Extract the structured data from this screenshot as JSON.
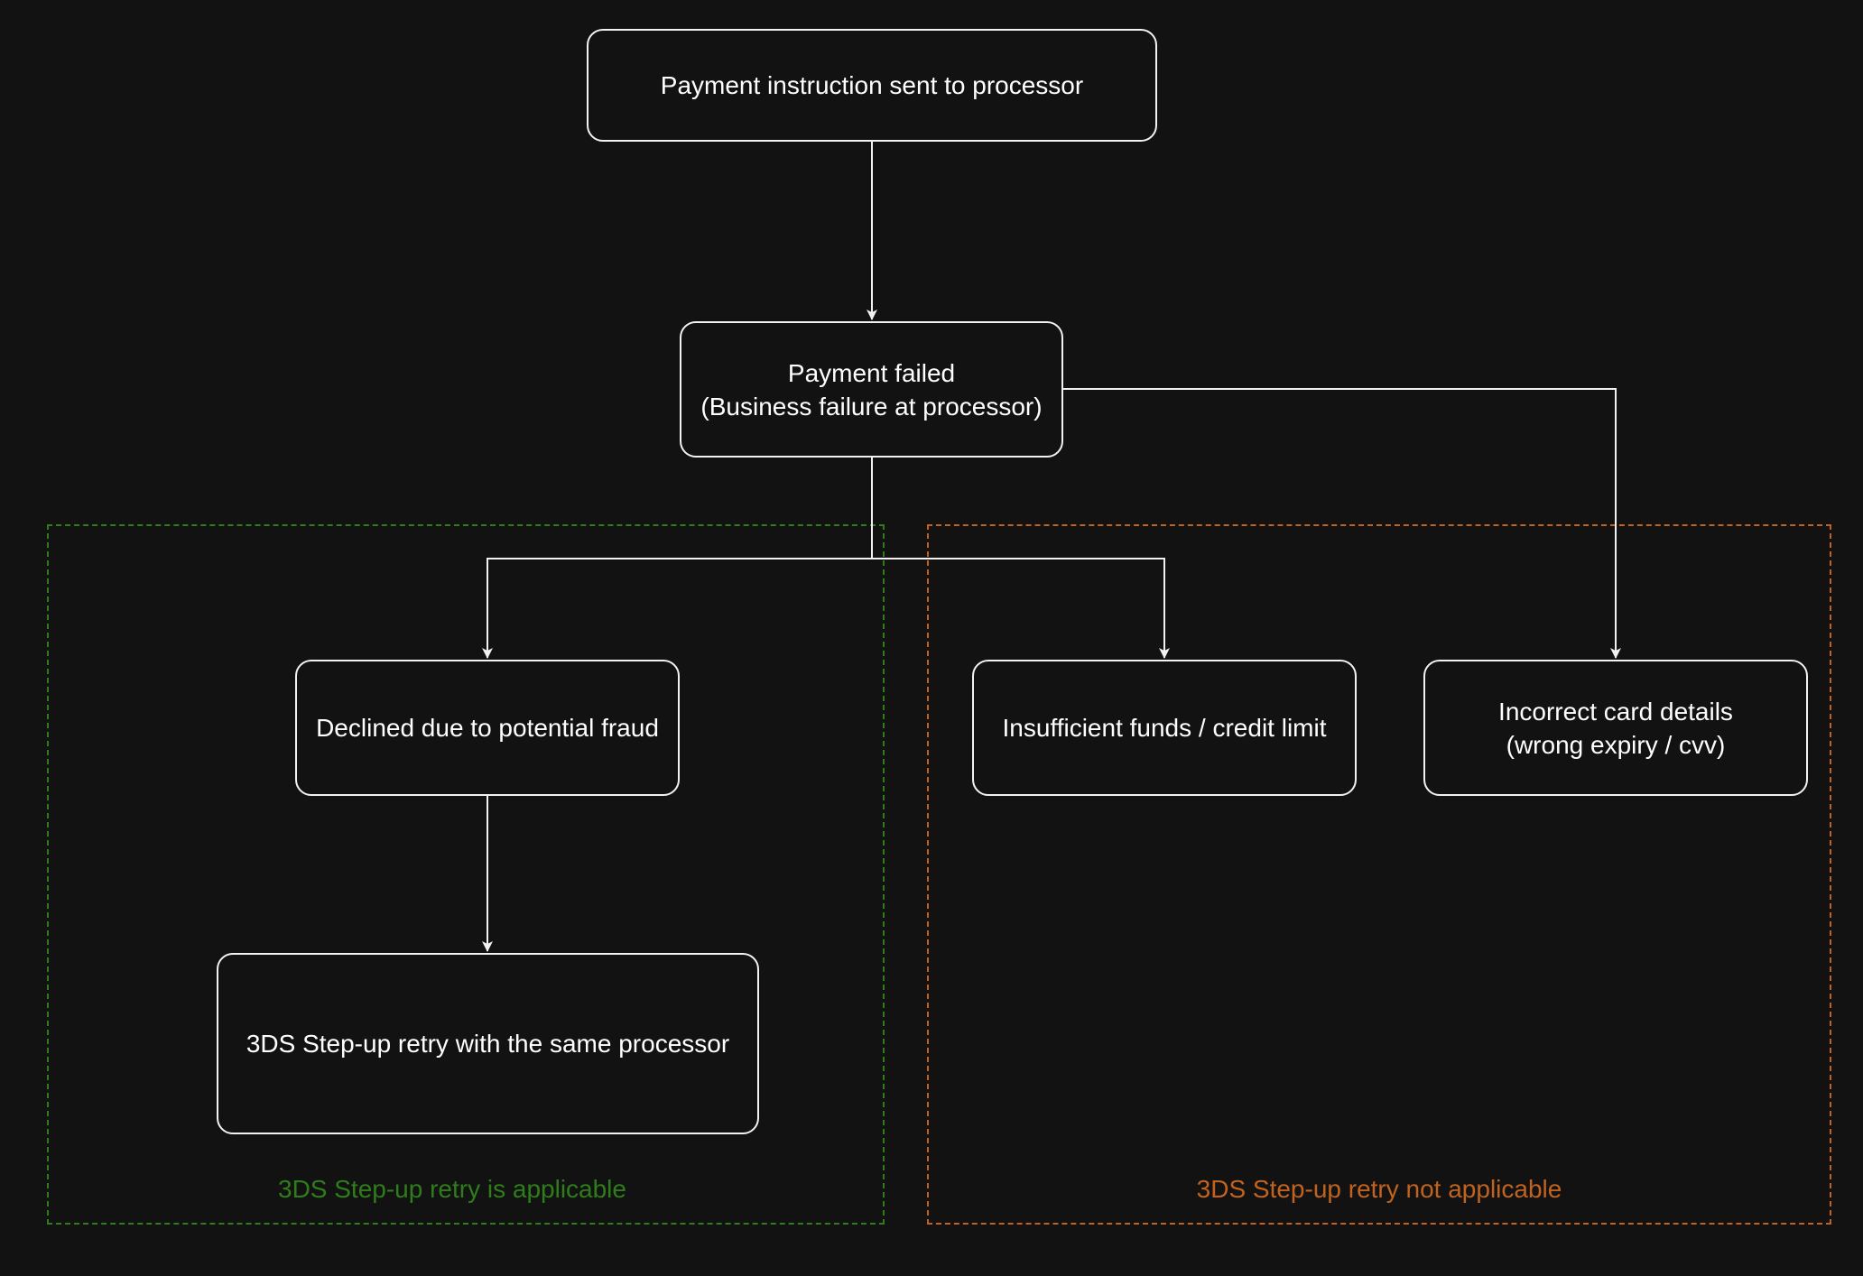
{
  "colors": {
    "background": "#121212",
    "node_border": "#f2f2f2",
    "node_text": "#ffffff",
    "connector": "#f2f2f2",
    "applicable": "#2e7d1a",
    "not_applicable": "#c2621f"
  },
  "nodes": {
    "instruction_sent": {
      "lines": [
        "Payment instruction sent to processor"
      ]
    },
    "payment_failed": {
      "lines": [
        "Payment failed",
        "(Business failure at processor)"
      ]
    },
    "declined_fraud": {
      "lines": [
        "Declined due to potential fraud"
      ]
    },
    "insufficient_funds": {
      "lines": [
        "Insufficient funds / credit limit"
      ]
    },
    "incorrect_card": {
      "lines": [
        "Incorrect card details",
        "(wrong expiry / cvv)"
      ]
    },
    "step_up_retry": {
      "lines": [
        "3DS Step-up retry with the same processor"
      ]
    }
  },
  "groups": {
    "applicable": {
      "label": "3DS Step-up retry is applicable"
    },
    "not_applicable": {
      "label": "3DS Step-up retry not applicable"
    }
  }
}
